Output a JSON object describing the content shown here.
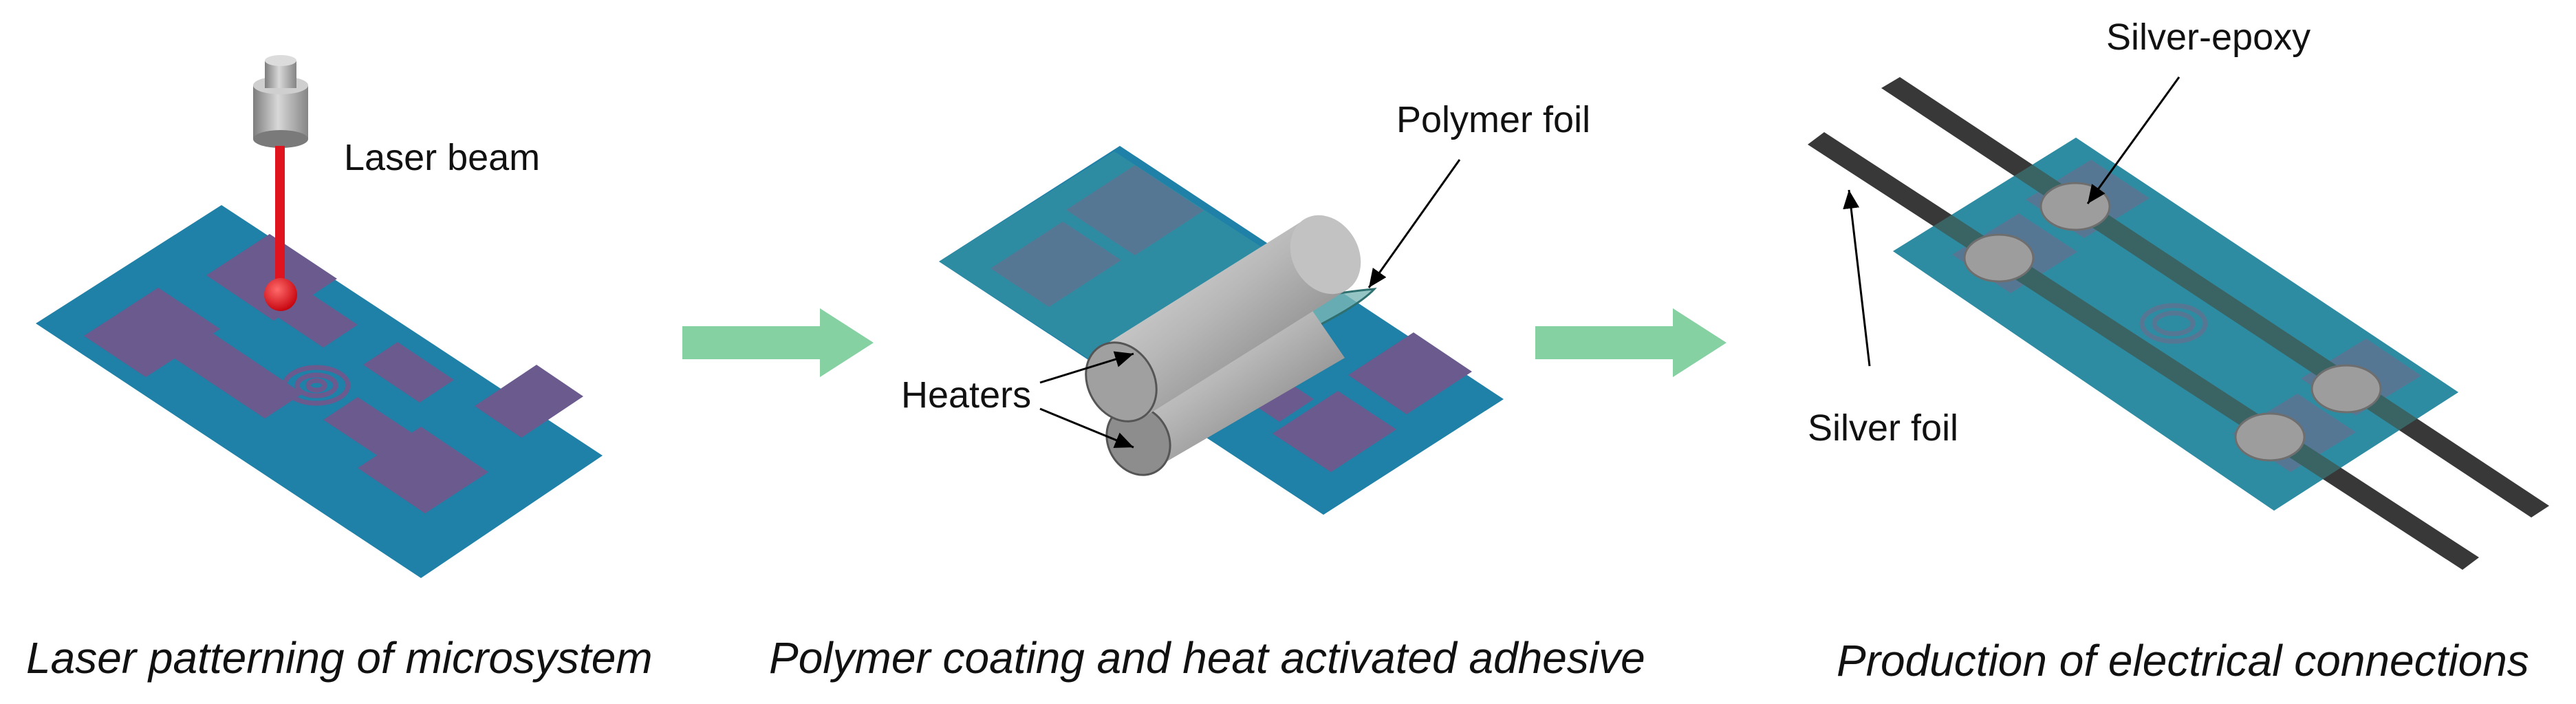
{
  "colors": {
    "substrate": "#1f80a8",
    "pattern": "#6a5a8e",
    "laser": "#e0141e",
    "arrow": "#86d1a2",
    "roller": "#a9a9a9",
    "foil": "#3f9c9c",
    "silver_foil": "#383838",
    "epoxy": "#9d9d9d"
  },
  "panel1": {
    "label_laser": "Laser beam",
    "caption": "Laser patterning of microsystem"
  },
  "panel2": {
    "label_foil": "Polymer foil",
    "label_heaters": "Heaters",
    "caption": "Polymer coating and heat activated adhesive"
  },
  "panel3": {
    "label_epoxy": "Silver-epoxy",
    "label_silver_foil": "Silver foil",
    "caption": "Production of electrical connections"
  }
}
